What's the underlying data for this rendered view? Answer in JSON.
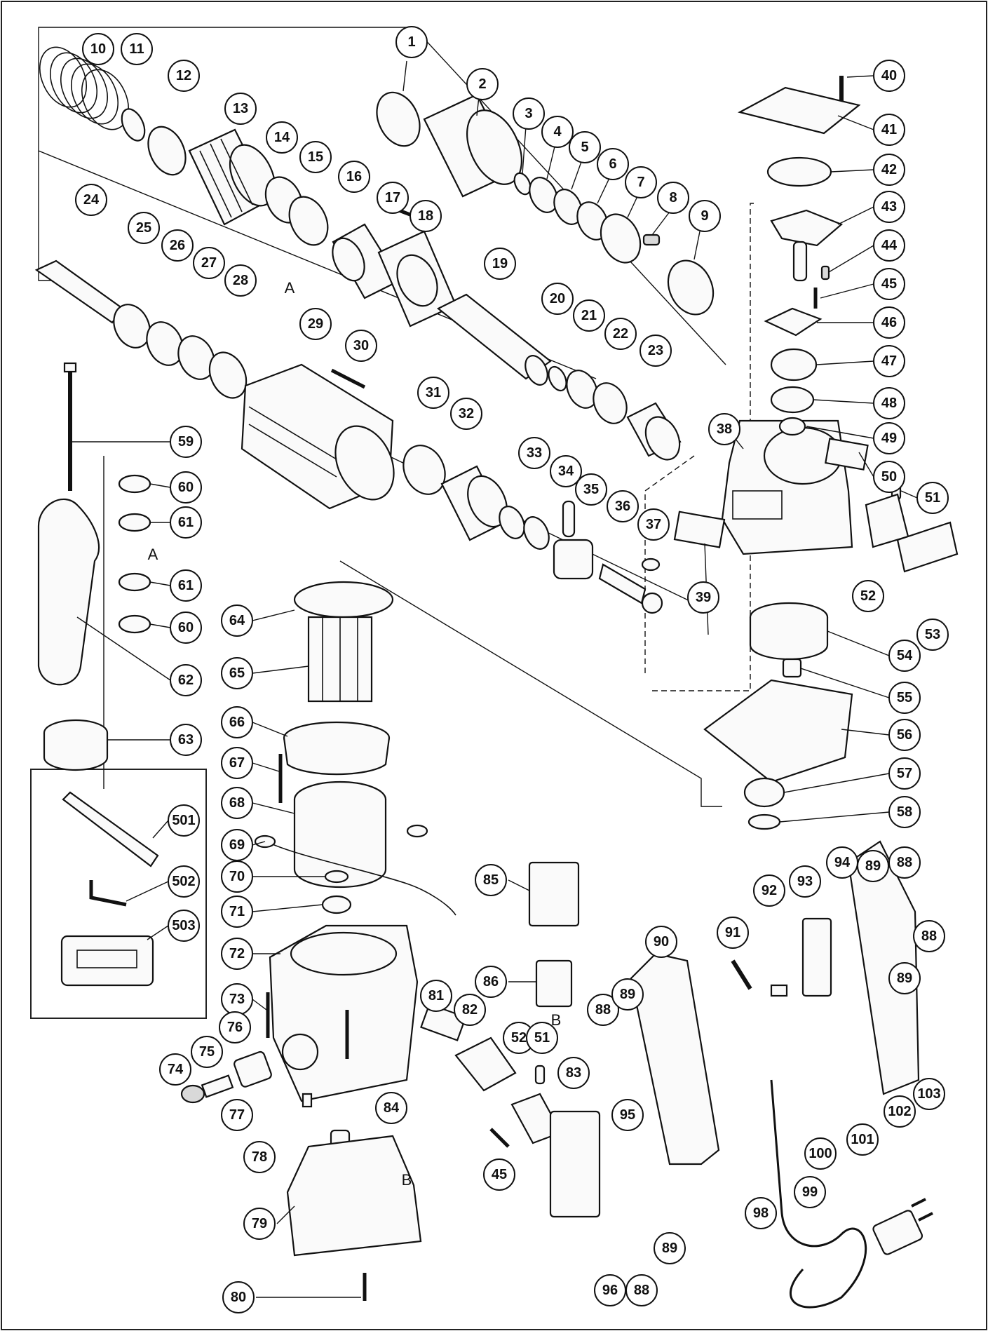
{
  "diagram": {
    "part_numbers": [
      "1",
      "2",
      "3",
      "4",
      "5",
      "6",
      "7",
      "8",
      "9",
      "10",
      "11",
      "12",
      "13",
      "14",
      "15",
      "16",
      "17",
      "18",
      "19",
      "20",
      "21",
      "22",
      "23",
      "24",
      "25",
      "26",
      "27",
      "28",
      "29",
      "30",
      "31",
      "32",
      "33",
      "34",
      "35",
      "36",
      "37",
      "38",
      "39",
      "40",
      "41",
      "42",
      "43",
      "44",
      "45",
      "46",
      "47",
      "48",
      "49",
      "50",
      "51",
      "52",
      "53",
      "54",
      "55",
      "56",
      "57",
      "58",
      "59",
      "60",
      "60",
      "61",
      "61",
      "62",
      "63",
      "64",
      "65",
      "66",
      "67",
      "68",
      "69",
      "70",
      "71",
      "72",
      "73",
      "74",
      "75",
      "76",
      "77",
      "78",
      "79",
      "80",
      "81",
      "82",
      "52",
      "51",
      "83",
      "45",
      "84",
      "85",
      "86",
      "88",
      "89",
      "90",
      "91",
      "92",
      "93",
      "94",
      "89",
      "88",
      "89",
      "88",
      "95",
      "100",
      "101",
      "102",
      "103",
      "99",
      "98",
      "96",
      "88",
      "89",
      "501",
      "502",
      "503"
    ],
    "letter_marks": [
      "A",
      "A",
      "B",
      "B"
    ]
  }
}
